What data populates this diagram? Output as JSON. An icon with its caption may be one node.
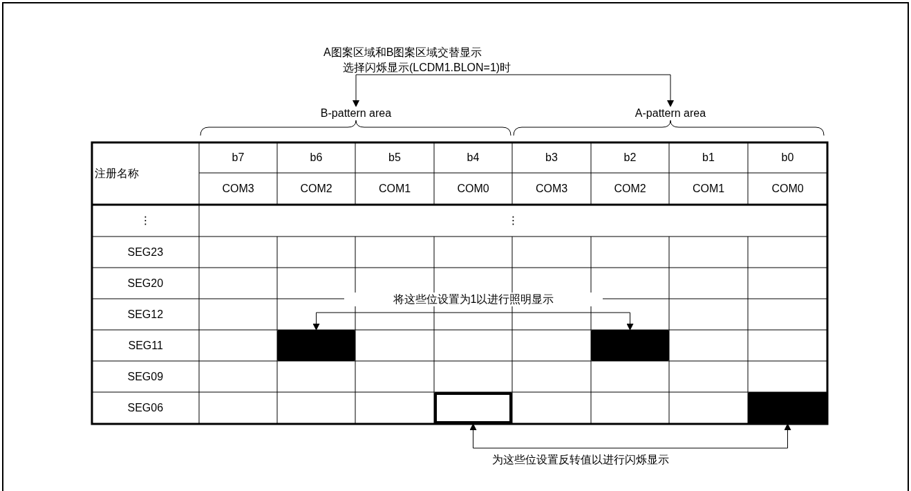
{
  "diagram": {
    "nodes": [
      {
        "text": [
          "A图案区域和B图案区域交替显示",
          "选择闪烁显示(LCDM1.BLON=1)时"
        ]
      },
      {
        "text": [
          "B-pattern area"
        ]
      },
      {
        "text": [
          "A-pattern area"
        ]
      },
      {
        "text": [
          "将这些位设置为1以进行照明显示"
        ]
      },
      {
        "text": [],
        "shape": "box"
      },
      {
        "text": [],
        "shape": "box"
      },
      {
        "text": [
          "为这些位设置反转值以进行闪烁显示"
        ]
      },
      {
        "text": [],
        "shape": "box"
      },
      {
        "text": [],
        "shape": "box"
      }
    ],
    "edges": [
      {
        "from": 0,
        "to": 1,
        "arrow": "to"
      },
      {
        "from": 0,
        "to": 2,
        "arrow": "to"
      },
      {
        "from": 3,
        "to": 4,
        "arrow": "to"
      },
      {
        "from": 3,
        "to": 5,
        "arrow": "to"
      },
      {
        "from": 6,
        "to": 7,
        "arrow": "to"
      },
      {
        "from": 6,
        "to": 8,
        "arrow": "to"
      }
    ],
    "labels": [
      "注册名称",
      "b7",
      "b6",
      "b5",
      "b4",
      "b3",
      "b2",
      "b1",
      "b0",
      "COM3",
      "COM2",
      "COM1",
      "COM0",
      "COM3",
      "COM2",
      "COM1",
      "COM0",
      "⋮",
      "⋮",
      "SEG23",
      "SEG20",
      "SEG12",
      "SEG11",
      "SEG09",
      "SEG06"
    ]
  }
}
